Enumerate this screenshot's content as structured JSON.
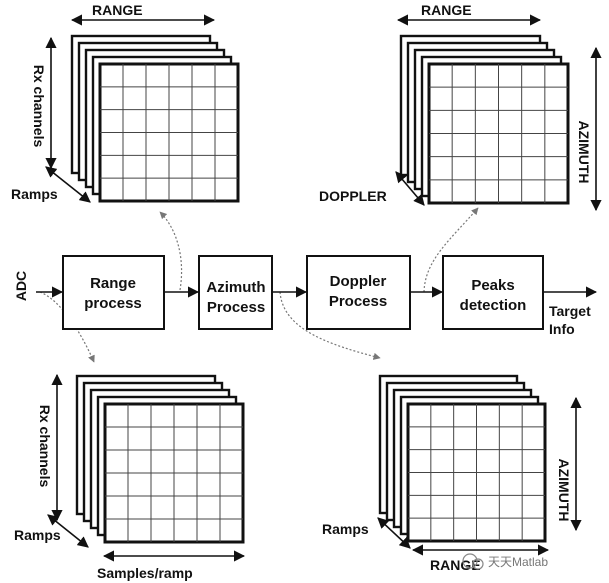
{
  "input_label": "ADC",
  "output_label_line1": "Target",
  "output_label_line2": "Info",
  "blocks": [
    {
      "line1": "Range",
      "line2": "process"
    },
    {
      "line1": "Azimuth",
      "line2": "Process"
    },
    {
      "line1": "Doppler",
      "line2": "Process"
    },
    {
      "line1": "Peaks",
      "line2": "detection"
    }
  ],
  "cubes": {
    "top_left": {
      "top": "RANGE",
      "side": "Rx channels",
      "depth": "Ramps"
    },
    "top_right": {
      "top": "RANGE",
      "side": "AZIMUTH",
      "depth": "DOPPLER"
    },
    "bottom_left": {
      "bottom": "Samples/ramp",
      "side": "Rx channels",
      "depth": "Ramps"
    },
    "bottom_right": {
      "bottom": "RANGE",
      "side": "AZIMUTH",
      "depth": "Ramps"
    }
  },
  "watermark": "天天Matlab"
}
